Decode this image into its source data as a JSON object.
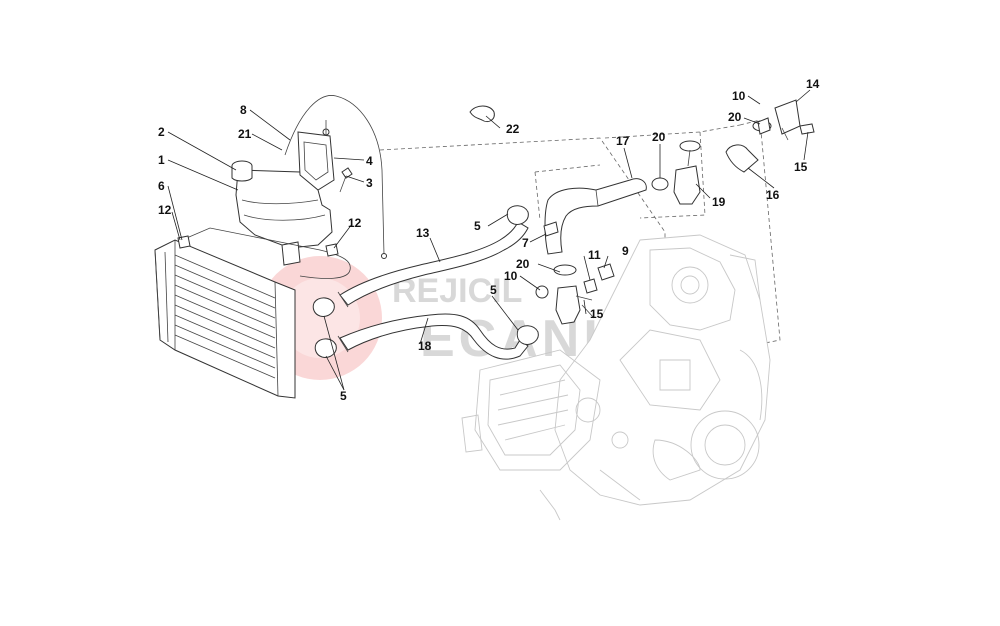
{
  "watermark": {
    "line1": "REJICIL",
    "line2": "ECANICA",
    "logo_color": "#e8474b"
  },
  "callouts": [
    {
      "id": "c1",
      "label": "1"
    },
    {
      "id": "c2",
      "label": "2"
    },
    {
      "id": "c3",
      "label": "3"
    },
    {
      "id": "c4",
      "label": "4"
    },
    {
      "id": "c5a",
      "label": "5"
    },
    {
      "id": "c5b",
      "label": "5"
    },
    {
      "id": "c5c",
      "label": "5"
    },
    {
      "id": "c6",
      "label": "6"
    },
    {
      "id": "c7",
      "label": "7"
    },
    {
      "id": "c8",
      "label": "8"
    },
    {
      "id": "c9",
      "label": "9"
    },
    {
      "id": "c10a",
      "label": "10"
    },
    {
      "id": "c10b",
      "label": "10"
    },
    {
      "id": "c11",
      "label": "11"
    },
    {
      "id": "c12a",
      "label": "12"
    },
    {
      "id": "c12b",
      "label": "12"
    },
    {
      "id": "c13",
      "label": "13"
    },
    {
      "id": "c14",
      "label": "14"
    },
    {
      "id": "c15a",
      "label": "15"
    },
    {
      "id": "c15b",
      "label": "15"
    },
    {
      "id": "c16",
      "label": "16"
    },
    {
      "id": "c17",
      "label": "17"
    },
    {
      "id": "c18",
      "label": "18"
    },
    {
      "id": "c19",
      "label": "19"
    },
    {
      "id": "c20a",
      "label": "20"
    },
    {
      "id": "c20b",
      "label": "20"
    },
    {
      "id": "c20c",
      "label": "20"
    },
    {
      "id": "c21",
      "label": "21"
    },
    {
      "id": "c22",
      "label": "22"
    }
  ]
}
